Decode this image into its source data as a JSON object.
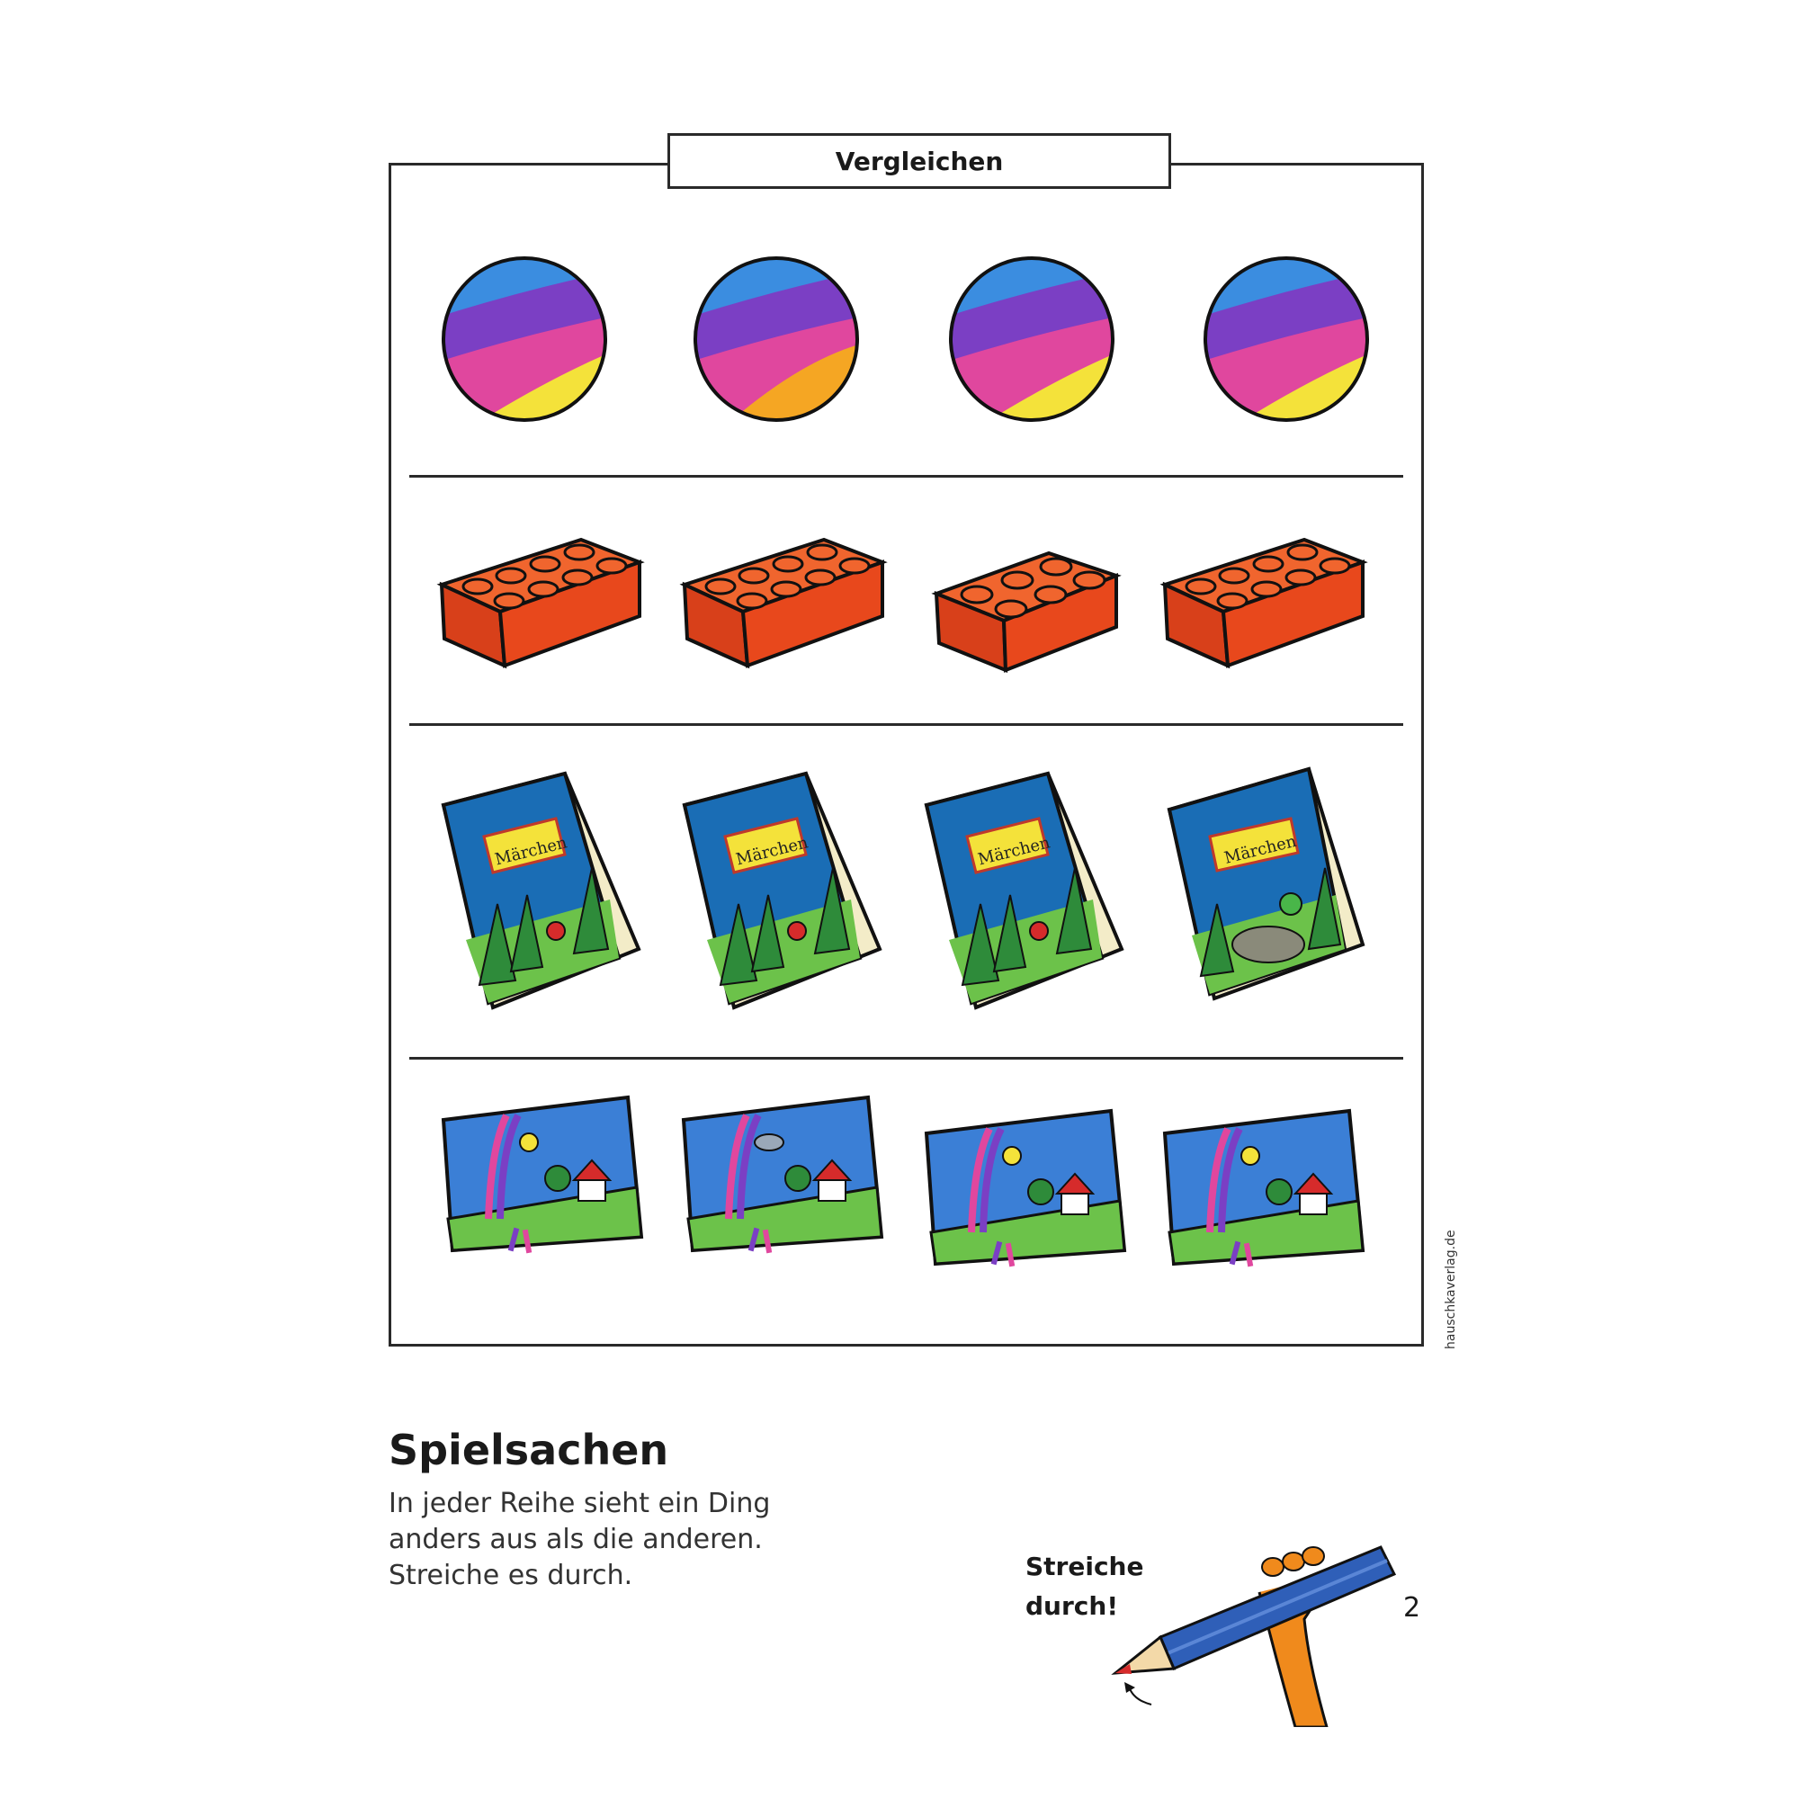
{
  "worksheet": {
    "tab_title": "Vergleichen",
    "publisher_url": "hauschkaverlag.de",
    "heading": "Spielsachen",
    "instructions": [
      "In jeder Reihe sieht ein Ding",
      "anders aus als die anderen.",
      "Streiche es durch."
    ],
    "callout": [
      "Streiche",
      "durch!"
    ],
    "page_number": "2",
    "book_title": "Märchen"
  },
  "rows": [
    {
      "name": "balls",
      "count": 4,
      "odd_index": 1
    },
    {
      "name": "bricks",
      "count": 4,
      "odd_index": 2
    },
    {
      "name": "books",
      "count": 4,
      "odd_index": 3
    },
    {
      "name": "pictures",
      "count": 4,
      "odd_index": 1
    }
  ],
  "colors": {
    "ball_blue": "#3b8de0",
    "ball_purple": "#7b3fc4",
    "ball_pink": "#e0479e",
    "ball_yellow": "#f4e23a",
    "ball_orange": "#f5a623",
    "ball_green": "#49b649",
    "brick_red": "#e8481c",
    "book_blue": "#1a6db5",
    "book_green": "#6cc24a",
    "tree_green": "#2e8b3a",
    "picture_sky": "#3b7fd6",
    "pencil_blue": "#2f5fb8",
    "hand_orange": "#f08a1c"
  }
}
